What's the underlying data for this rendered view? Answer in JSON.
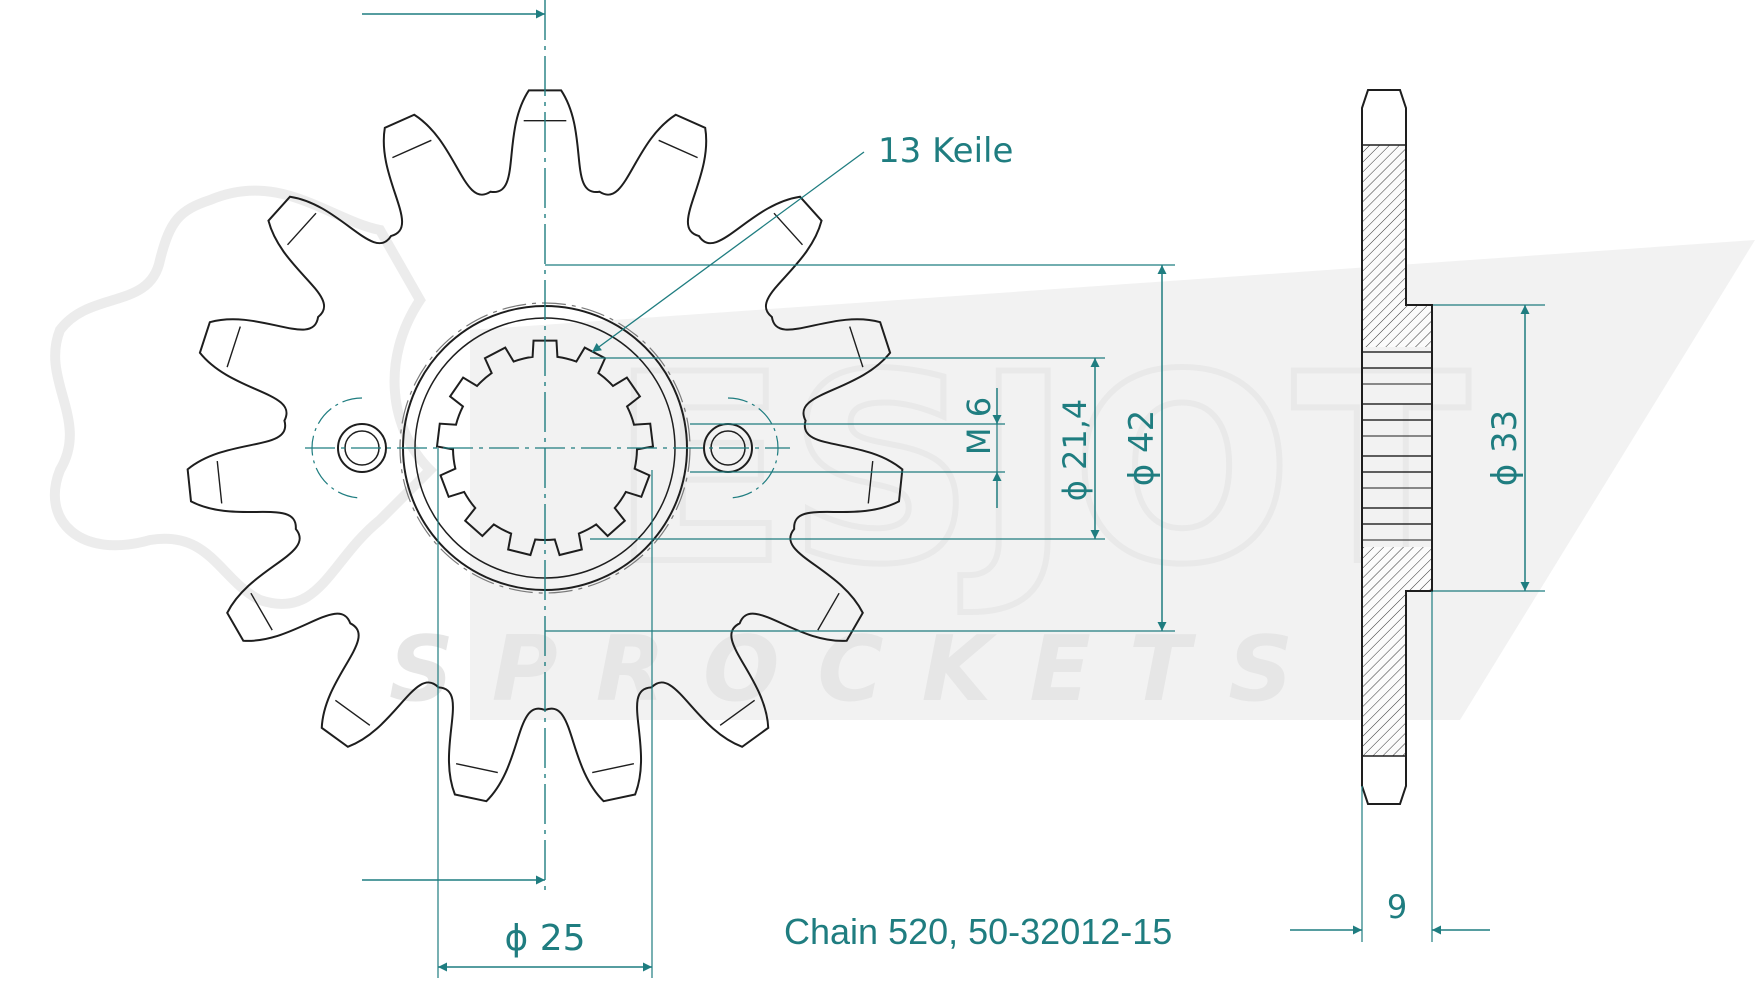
{
  "drawing": {
    "callout_label": "13 Keile",
    "thread_label": "M 6",
    "dim_21_4": "ϕ 21,4",
    "dim_42": "ϕ 42",
    "dim_33": "ϕ 33",
    "dim_25": "ϕ 25",
    "dim_9": "9",
    "caption": "Chain 520, 50-32012-15"
  },
  "watermark": {
    "brand": "ESJOT",
    "tagline": "SPROCKETS"
  },
  "colors": {
    "dimension_color": "#1f7d80",
    "outline_color": "#1e1e1e",
    "watermark_color": "#e9e9e9"
  },
  "specs": {
    "teeth": 15,
    "splines": 13
  }
}
